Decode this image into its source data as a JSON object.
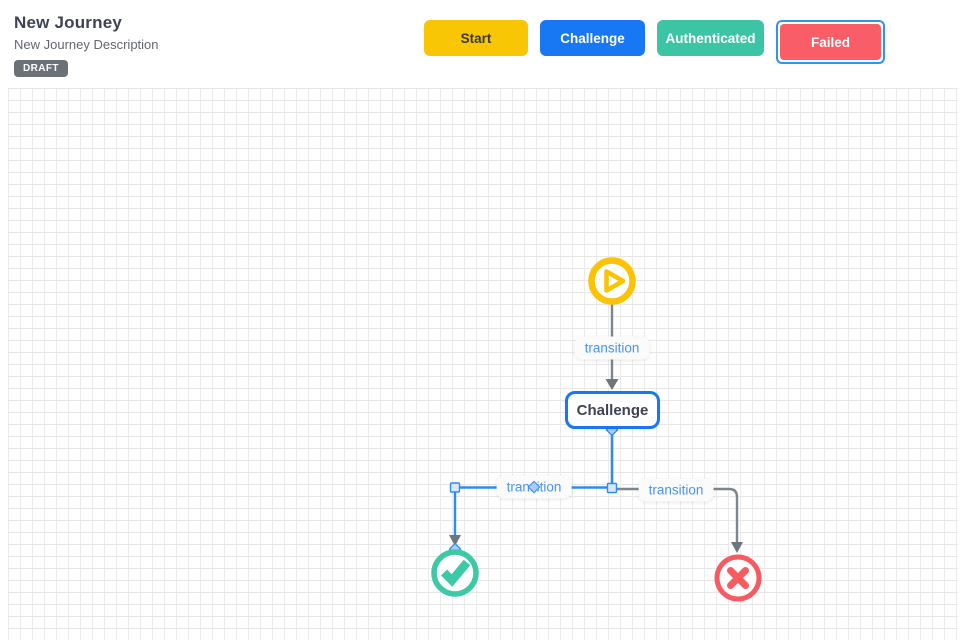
{
  "header": {
    "title": "New Journey",
    "subtitle": "New Journey Description",
    "status_badge": "DRAFT",
    "legend": [
      {
        "label": "Start",
        "color": "#f9c606",
        "text_color": "#3a3a3a",
        "selected": false
      },
      {
        "label": "Challenge",
        "color": "#1877f2",
        "text_color": "#ffffff",
        "selected": false
      },
      {
        "label": "Authenticated",
        "color": "#3cc5a4",
        "text_color": "#ffffff",
        "selected": false
      },
      {
        "label": "Failed",
        "color": "#f95d67",
        "text_color": "#ffffff",
        "selected": true,
        "selection_outline_color": "#2f93f0"
      }
    ]
  },
  "canvas": {
    "grid_color": "#ebebeb",
    "nodes": [
      {
        "id": "start",
        "type": "start-play-icon",
        "color": "#fcc204"
      },
      {
        "id": "challenge",
        "type": "state",
        "label": "Challenge",
        "border_color": "#1877f2"
      },
      {
        "id": "authenticated",
        "type": "success-check-icon",
        "color": "#3dc9a6"
      },
      {
        "id": "failed",
        "type": "failure-x-icon",
        "color": "#f85a62"
      }
    ],
    "edges": [
      {
        "from": "start",
        "to": "challenge",
        "label": "transition",
        "color": "#7e868d",
        "selected": false
      },
      {
        "from": "challenge",
        "to": "authenticated",
        "label": "transition",
        "color": "#2f8bf2",
        "selected": true
      },
      {
        "from": "challenge",
        "to": "failed",
        "label": "transition",
        "color": "#7e868d",
        "selected": false
      }
    ]
  }
}
